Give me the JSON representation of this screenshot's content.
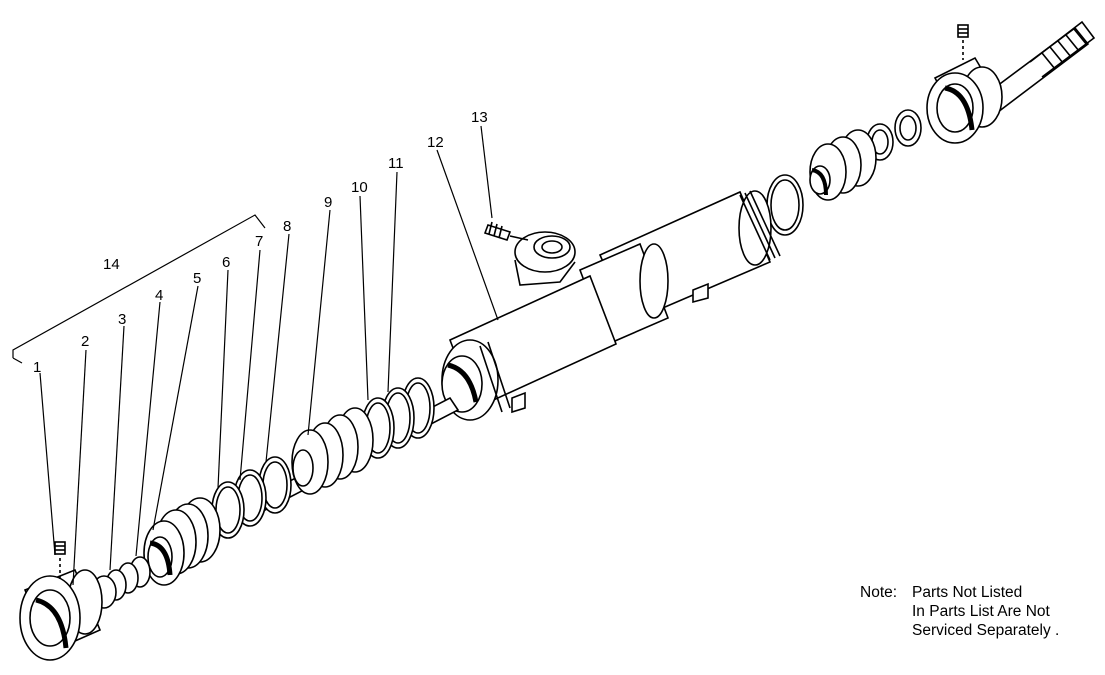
{
  "callouts": {
    "c1": "1",
    "c2": "2",
    "c3": "3",
    "c4": "4",
    "c5": "5",
    "c6": "6",
    "c7": "7",
    "c8": "8",
    "c9": "9",
    "c10": "10",
    "c11": "11",
    "c12": "12",
    "c13": "13",
    "c14": "14"
  },
  "note": {
    "label": "Note:",
    "line1": "Parts Not Listed",
    "line2": "In Parts List Are Not",
    "line3": "Serviced Separately ."
  }
}
